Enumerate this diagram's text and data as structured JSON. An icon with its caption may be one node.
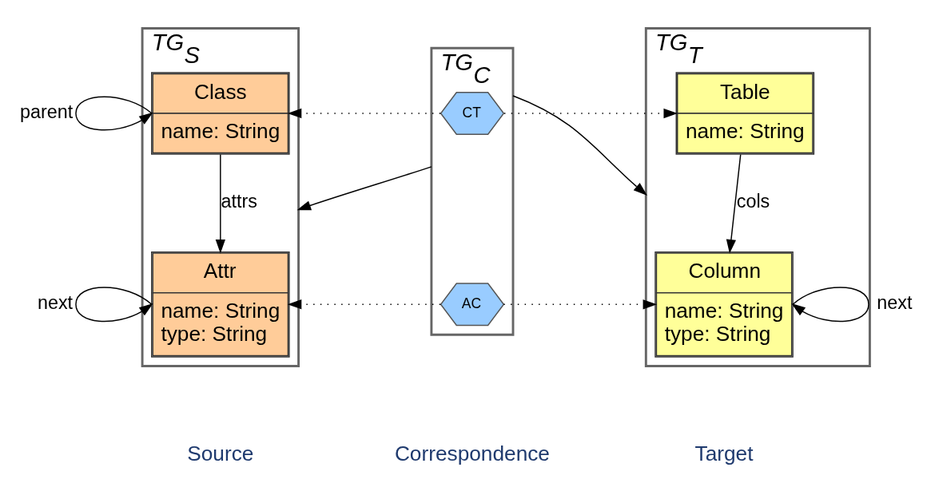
{
  "diagram": {
    "nodes": [
      {
        "text": [
          "TG$_{S}$"
        ]
      },
      {
        "text": [
          "Class",
          "name: String"
        ],
        "in": 0
      },
      {
        "text": [
          "Attr",
          "name: String",
          "type: String"
        ],
        "in": 0
      },
      {
        "text": [
          "TG$_{C}$"
        ]
      },
      {
        "text": [
          "CT"
        ],
        "in": 3
      },
      {
        "text": [
          "AC"
        ],
        "in": 3
      },
      {
        "text": [
          "TG$_{T}$"
        ]
      },
      {
        "text": [
          "Table",
          "name: String"
        ],
        "in": 6
      },
      {
        "text": [
          "Column",
          "name: String",
          "type: String"
        ],
        "in": 6
      }
    ],
    "edges": [
      {
        "from": 3,
        "to": 0,
        "arrow": "to"
      },
      {
        "from": 3,
        "to": 6,
        "arrow": "to"
      },
      {
        "from": 1,
        "to": 1,
        "arrow": "to",
        "label": "parent"
      },
      {
        "from": 1,
        "to": 2,
        "arrow": "to",
        "label": "attrs"
      },
      {
        "from": 2,
        "to": 2,
        "arrow": "to",
        "label": "next"
      },
      {
        "from": 4,
        "to": 1,
        "arrow": "to",
        "style": "dashed"
      },
      {
        "from": 4,
        "to": 7,
        "arrow": "to",
        "style": "dashed"
      },
      {
        "from": 7,
        "to": 8,
        "arrow": "to",
        "label": "cols"
      },
      {
        "from": 5,
        "to": 2,
        "arrow": "to",
        "style": "dashed"
      },
      {
        "from": 5,
        "to": 8,
        "arrow": "to",
        "style": "dashed"
      },
      {
        "from": 8,
        "to": 8,
        "arrow": "to",
        "label": "next"
      }
    ],
    "labels": [
      "Source",
      "Correspondence",
      "Target"
    ]
  }
}
